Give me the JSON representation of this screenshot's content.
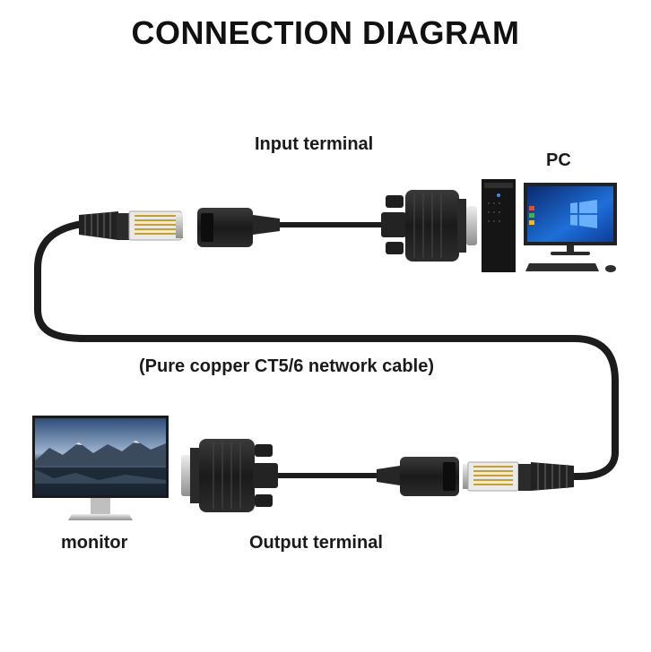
{
  "title": "CONNECTION DIAGRAM",
  "labels": {
    "input_terminal": "Input terminal",
    "pc": "PC",
    "cable": "(Pure copper CT5/6 network cable)",
    "monitor": "monitor",
    "output_terminal": "Output terminal"
  },
  "colors": {
    "cable": "#1c1c1c",
    "connector": "#222222",
    "screen_blue": "#1e6fd9",
    "metal": "#c8c8c8"
  },
  "icons": [
    "rj45-plug-icon",
    "rj45-socket-icon",
    "vga-connector-icon",
    "pc-tower-icon",
    "desktop-monitor-icon",
    "keyboard-icon",
    "mouse-icon",
    "monitor-icon"
  ]
}
